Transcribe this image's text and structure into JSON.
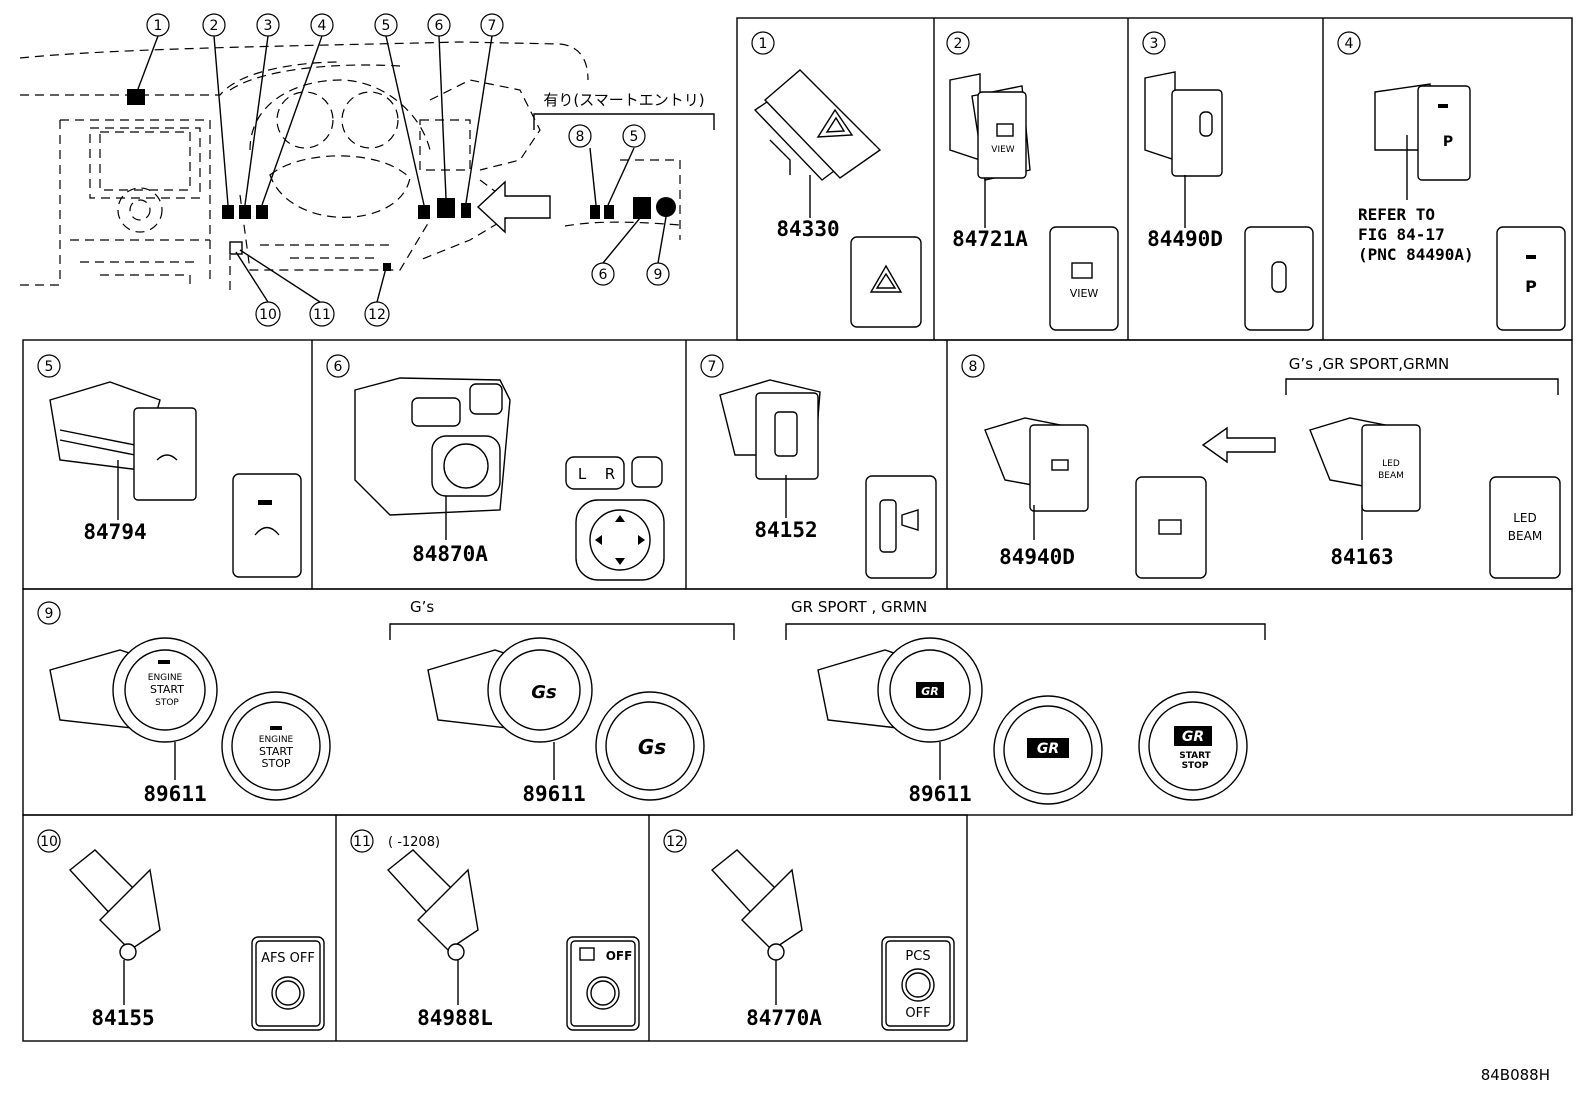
{
  "overview": {
    "callouts": [
      "1",
      "2",
      "3",
      "4",
      "5",
      "6",
      "7",
      "8",
      "9",
      "10",
      "11",
      "12"
    ],
    "smart_entry_label": "有り(スマートエントリ)"
  },
  "panels": {
    "p1": {
      "num": "1",
      "part": "84330"
    },
    "p2": {
      "num": "2",
      "part": "84721A",
      "icon_text": "VIEW"
    },
    "p3": {
      "num": "3",
      "part": "84490D"
    },
    "p4": {
      "num": "4",
      "ref_lines": [
        "REFER TO",
        "FIG 84-17",
        "(PNC 84490A)"
      ],
      "icon_text": "P"
    },
    "p5": {
      "num": "5",
      "part": "84794"
    },
    "p6": {
      "num": "6",
      "part": "84870A",
      "lr_left": "L",
      "lr_right": "R"
    },
    "p7": {
      "num": "7",
      "part": "84152"
    },
    "p8": {
      "num": "8",
      "group_label": "G’s ,GR SPORT,GRMN",
      "part_left": "84940D",
      "part_right": "84163",
      "led_line1": "LED",
      "led_line2": "BEAM"
    },
    "p9": {
      "num": "9",
      "group_gs": "G’s",
      "group_gr": "GR SPORT , GRMN",
      "part_a": "89611",
      "part_b": "89611",
      "part_c": "89611",
      "engine": "ENGINE",
      "start": "START",
      "stop": "STOP",
      "gs_logo": "Gs",
      "gr_logo": "GR",
      "ring_text": "ENGINE START STOP"
    },
    "p10": {
      "num": "10",
      "part": "84155",
      "btn_text": "AFS OFF"
    },
    "p11": {
      "num": "11",
      "part": "84988L",
      "note": "(      -1208)",
      "btn_text": "OFF"
    },
    "p12": {
      "num": "12",
      "part": "84770A",
      "btn_top": "PCS",
      "btn_bottom": "OFF"
    }
  },
  "figure_code": "84B088H"
}
